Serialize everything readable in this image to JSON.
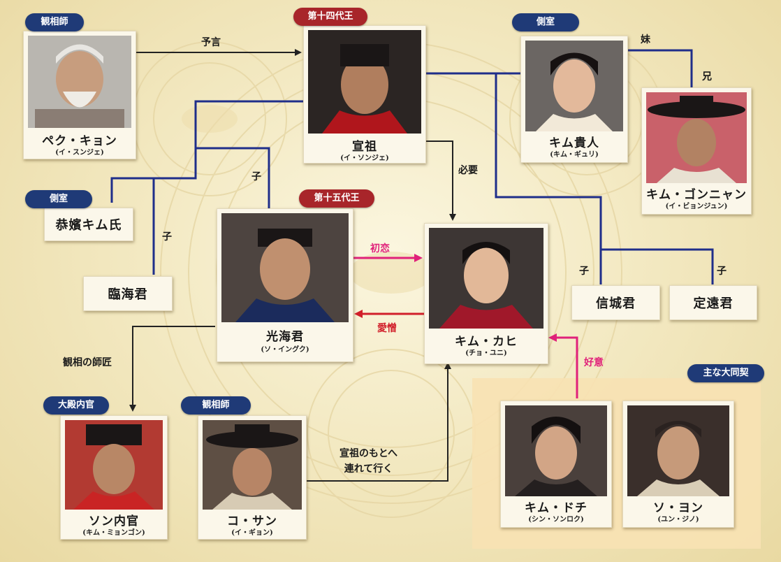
{
  "badges": {
    "kansoushi_1": "観相師",
    "king14": "第十四代王",
    "sokushitsu_1": "側室",
    "sokushitsu_2": "側室",
    "king15": "第十五代王",
    "daiden_naikan": "大殿内官",
    "kansoushi_2": "観相師",
    "main_daidoukei": "主な大同契"
  },
  "people": {
    "baek": {
      "name": "ペク・キョン",
      "actor": "(イ・スンジェ)"
    },
    "senso": {
      "name": "宣祖",
      "actor": "(イ・ソンジェ)"
    },
    "kimkijin": {
      "name": "キム貴人",
      "actor": "(キム・ギュリ)"
    },
    "kimgonnyan": {
      "name": "キム・ゴンニャン",
      "actor": "(イ・ビョンジュン)"
    },
    "kyohin": {
      "name": "恭嬪キム氏"
    },
    "rinkai": {
      "name": "臨海君"
    },
    "kokai": {
      "name": "光海君",
      "actor": "(ソ・イングク)"
    },
    "kaxi": {
      "name": "キム・カヒ",
      "actor": "(チョ・ユニ)"
    },
    "shinjo": {
      "name": "信城君"
    },
    "teien": {
      "name": "定遠君"
    },
    "son": {
      "name": "ソン内官",
      "actor": "(キム・ミョンゴン)"
    },
    "kosan": {
      "name": "コ・サン",
      "actor": "(イ・ギョン)"
    },
    "kimdochi": {
      "name": "キム・ドチ",
      "actor": "(シン・ソンロク)"
    },
    "soyon": {
      "name": "ソ・ヨン",
      "actor": "(ユン・ジノ)"
    }
  },
  "relations": {
    "yogen": "予言",
    "imouto": "妹",
    "ani": "兄",
    "ko_1": "子",
    "ko_2": "子",
    "ko_3": "子",
    "ko_4": "子",
    "hitsuyou": "必要",
    "hatsukoi": "初恋",
    "aizou": "愛憎",
    "koui": "好意",
    "shisho": "観相の師匠",
    "tsurete_1": "宣祖のもとへ",
    "tsurete_2": "連れて行く"
  },
  "colors": {
    "navy_line": "#1f2e8a",
    "black_line": "#222222",
    "pink_arrow": "#e0217a",
    "red_arrow": "#d11f2a",
    "badge_navy": "#1f3a77",
    "badge_red": "#a8252a"
  }
}
